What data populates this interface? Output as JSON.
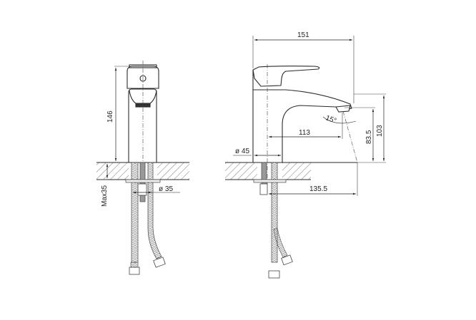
{
  "drawing": {
    "subject": "single-lever basin mixer technical drawing",
    "stroke_color": "#2a2a2a",
    "hatch_color": "#555555",
    "background": "#ffffff"
  },
  "front_view": {
    "dim_height": "146",
    "dim_max_countertop": "Max35",
    "dim_hole_diameter": "ø 35"
  },
  "side_view": {
    "dim_total_length": "151",
    "dim_spout_reach": "113",
    "dim_base_diameter": "ø 45",
    "dim_angle": "15°",
    "dim_outlet_height": "83.5",
    "dim_spout_height": "103",
    "dim_reach_from_hole": "135.5"
  }
}
